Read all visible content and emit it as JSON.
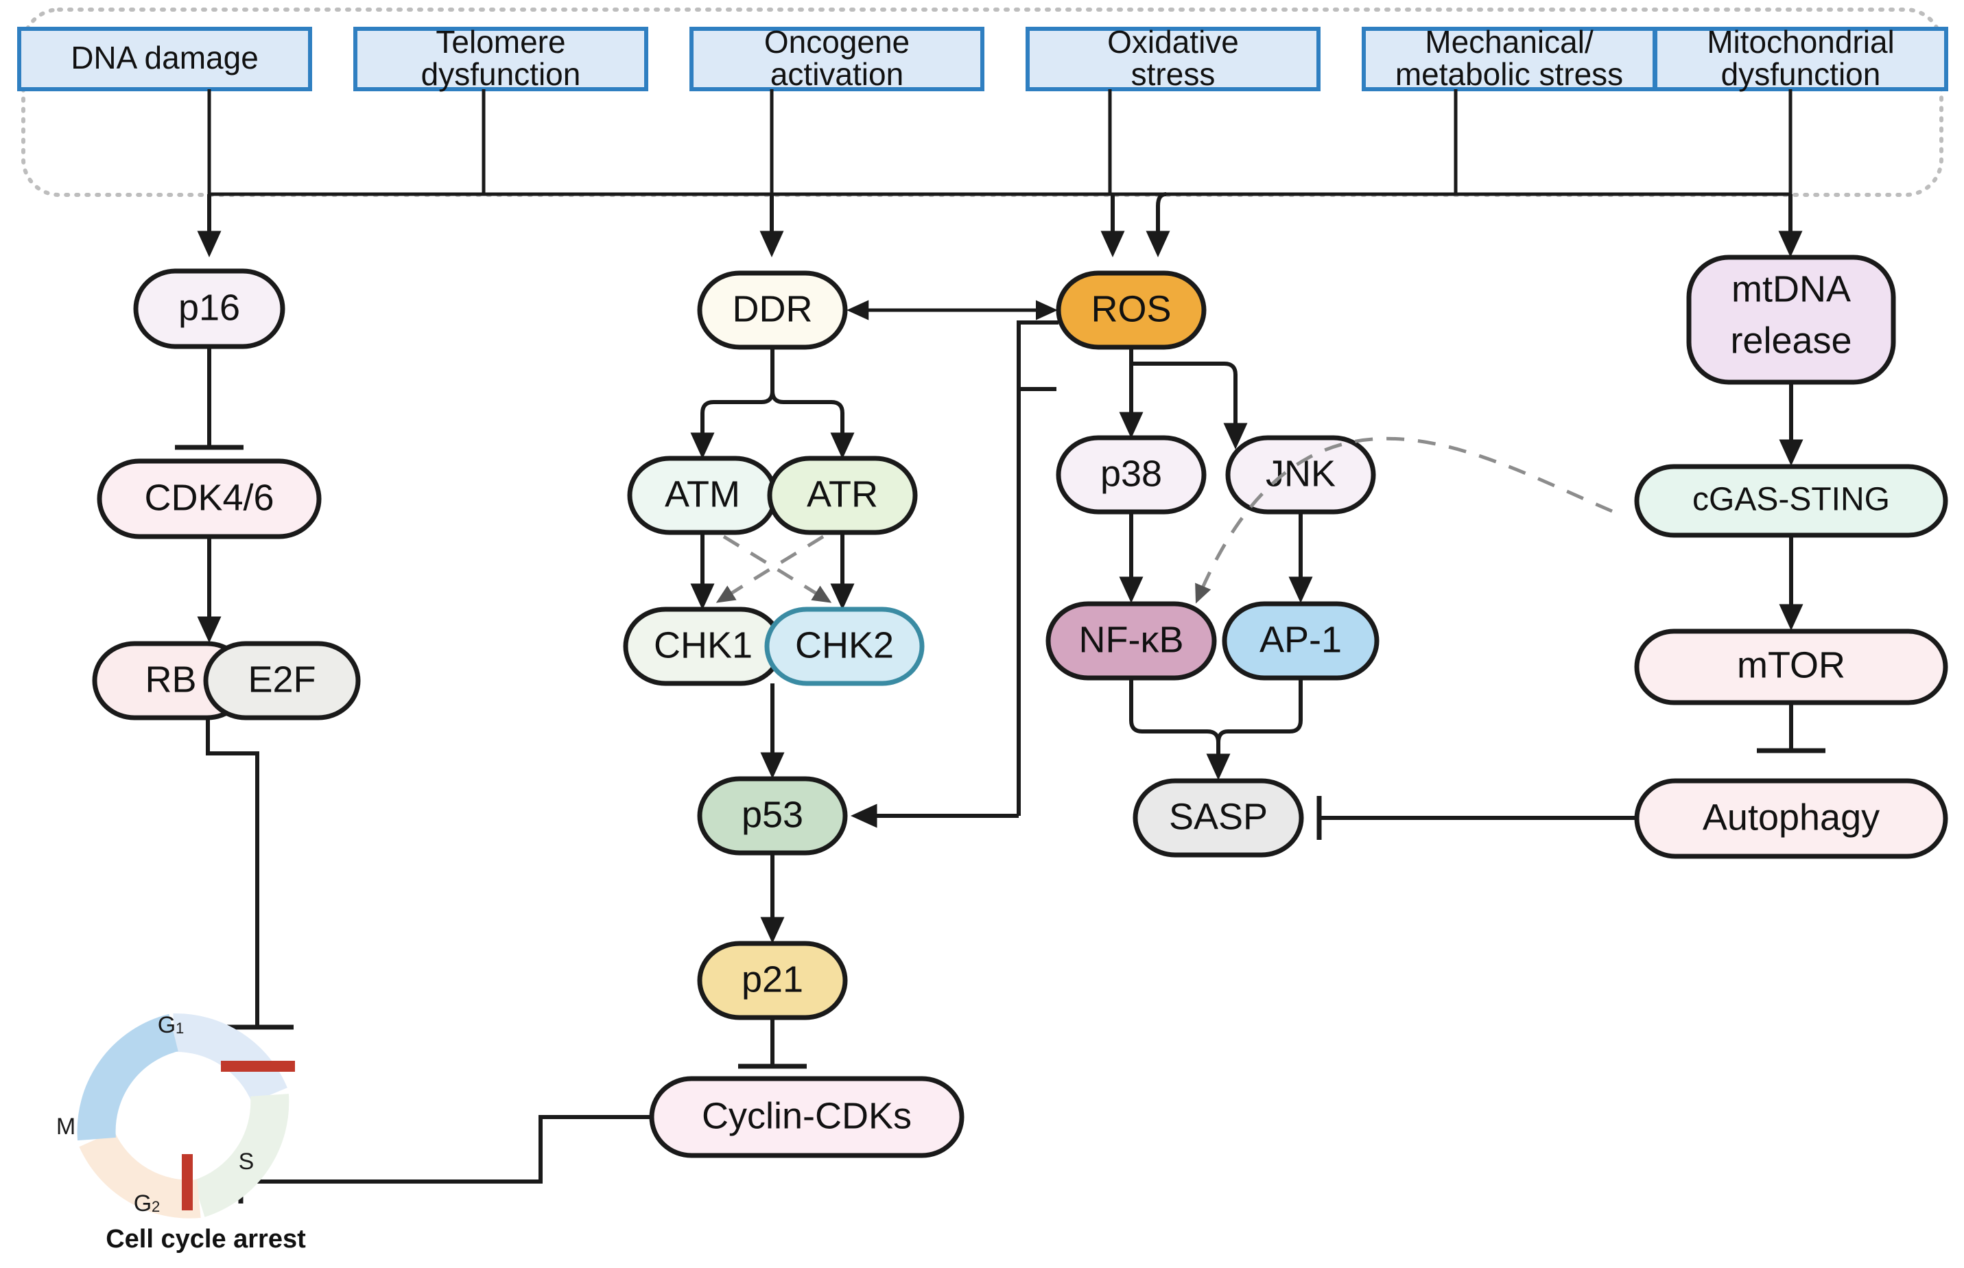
{
  "figure": {
    "title_visible": false,
    "type": "signaling-pathway-diagram",
    "colors": {
      "stimulus_fill": "#dce9f7",
      "stimulus_border": "#2f7fc1",
      "node_border": "#1a1a1a",
      "container_dotted": "#bdbdbd",
      "arrest_bar": "#c0392b",
      "p16": "#f7f0f7",
      "cdk46": "#fceef2",
      "rb": "#fbeced",
      "e2f": "#ededea",
      "ddr": "#fdfaef",
      "atm": "#edf7f2",
      "atr": "#e7f3dc",
      "chk1": "#f0f5ed",
      "chk2": "#d4ebf5",
      "chk2_border": "#3a8ba3",
      "p53": "#c8dfc8",
      "p21": "#f5dfa0",
      "cyclin_cdks": "#fcedf3",
      "ros": "#f0ab3c",
      "p38": "#f7f0f7",
      "jnk": "#f7f0f7",
      "nfkb": "#d4a5c0",
      "ap1": "#b3daf2",
      "sasp": "#e9e9e9",
      "mtdna": "#f0e1f2",
      "cgas_sting": "#e6f5ee",
      "mtor": "#fceef0",
      "autophagy": "#fceef0",
      "g1_arc": "#dfeaf7",
      "s_arc": "#eaf2e8",
      "g2_arc": "#fbeada",
      "m_arc": "#b6d7ef"
    },
    "stimuli": [
      {
        "id": "dna-damage",
        "label": "DNA damage"
      },
      {
        "id": "telomere-dysfunction",
        "label": "Telomere\ndysfunction"
      },
      {
        "id": "oncogene-activation",
        "label": "Oncogene\nactivation"
      },
      {
        "id": "oxidative-stress",
        "label": "Oxidative\nstress"
      },
      {
        "id": "mechanical-metabolic",
        "label": "Mechanical/\nmetabolic stress"
      },
      {
        "id": "mitochondrial-dysfunction",
        "label": "Mitochondrial\ndysfunction"
      }
    ],
    "nodes": [
      {
        "id": "p16",
        "label": "p16"
      },
      {
        "id": "cdk46",
        "label": "CDK4/6"
      },
      {
        "id": "rb",
        "label": "RB"
      },
      {
        "id": "e2f",
        "label": "E2F"
      },
      {
        "id": "ddr",
        "label": "DDR"
      },
      {
        "id": "atm",
        "label": "ATM"
      },
      {
        "id": "atr",
        "label": "ATR"
      },
      {
        "id": "chk1",
        "label": "CHK1"
      },
      {
        "id": "chk2",
        "label": "CHK2"
      },
      {
        "id": "p53",
        "label": "p53"
      },
      {
        "id": "p21",
        "label": "p21"
      },
      {
        "id": "cyclincdks",
        "label": "Cyclin-CDKs"
      },
      {
        "id": "ros",
        "label": "ROS"
      },
      {
        "id": "p38",
        "label": "p38"
      },
      {
        "id": "jnk",
        "label": "JNK"
      },
      {
        "id": "nfkb",
        "label": "NF-κB"
      },
      {
        "id": "ap1",
        "label": "AP-1"
      },
      {
        "id": "sasp",
        "label": "SASP"
      },
      {
        "id": "mtdna",
        "label": "mtDNA\nrelease"
      },
      {
        "id": "cgas",
        "label": "cGAS-STING"
      },
      {
        "id": "mtor",
        "label": "mTOR"
      },
      {
        "id": "autophagy",
        "label": "Autophagy"
      }
    ],
    "cell_cycle": {
      "caption": "Cell cycle arrest",
      "phases": [
        {
          "id": "g1",
          "label": "G",
          "sub": "1"
        },
        {
          "id": "s",
          "label": "S",
          "sub": ""
        },
        {
          "id": "g2",
          "label": "G",
          "sub": "2"
        },
        {
          "id": "m",
          "label": "M",
          "sub": ""
        }
      ],
      "arrest_marks": 2
    },
    "edges": [
      {
        "from": "dna-damage",
        "to": "p16",
        "kind": "activate"
      },
      {
        "from": "telomere-dysfunction",
        "to": "p16",
        "kind": "activate-bus"
      },
      {
        "from": "oncogene-activation",
        "to": "ddr",
        "kind": "activate"
      },
      {
        "from": "oxidative-stress",
        "to": "ros",
        "kind": "activate"
      },
      {
        "from": "mechanical-metabolic",
        "to": "ros",
        "kind": "activate"
      },
      {
        "from": "mitochondrial-dysfunction",
        "to": "mtdna",
        "kind": "activate"
      },
      {
        "from": "p16",
        "to": "cdk46",
        "kind": "inhibit"
      },
      {
        "from": "cdk46",
        "to": "rb",
        "kind": "activate"
      },
      {
        "from": "rb",
        "to": "cellcycle-g1s",
        "kind": "inhibit"
      },
      {
        "from": "ddr",
        "to": "atm",
        "kind": "activate"
      },
      {
        "from": "ddr",
        "to": "atr",
        "kind": "activate"
      },
      {
        "from": "atm",
        "to": "chk1",
        "kind": "activate"
      },
      {
        "from": "atr",
        "to": "chk2",
        "kind": "activate"
      },
      {
        "from": "atm",
        "to": "chk2",
        "kind": "activate-dashed"
      },
      {
        "from": "atr",
        "to": "chk1",
        "kind": "activate-dashed"
      },
      {
        "from": "chk2",
        "to": "p53",
        "kind": "activate"
      },
      {
        "from": "p53",
        "to": "p21",
        "kind": "activate"
      },
      {
        "from": "p21",
        "to": "cyclincdks",
        "kind": "inhibit"
      },
      {
        "from": "cyclincdks",
        "to": "cellcycle-g2m",
        "kind": "inhibit"
      },
      {
        "from": "ros",
        "to": "ddr",
        "kind": "bidirectional"
      },
      {
        "from": "ros",
        "to": "p38",
        "kind": "activate"
      },
      {
        "from": "ros",
        "to": "jnk",
        "kind": "activate"
      },
      {
        "from": "ros",
        "to": "p53",
        "kind": "activate"
      },
      {
        "from": "p38",
        "to": "nfkb",
        "kind": "activate"
      },
      {
        "from": "jnk",
        "to": "ap1",
        "kind": "activate"
      },
      {
        "from": "nfkb",
        "to": "sasp",
        "kind": "activate"
      },
      {
        "from": "ap1",
        "to": "sasp",
        "kind": "activate"
      },
      {
        "from": "cgas",
        "to": "nfkb",
        "kind": "activate-dashed"
      },
      {
        "from": "mtdna",
        "to": "cgas",
        "kind": "activate"
      },
      {
        "from": "cgas",
        "to": "mtor",
        "kind": "activate"
      },
      {
        "from": "mtor",
        "to": "autophagy",
        "kind": "inhibit"
      },
      {
        "from": "autophagy",
        "to": "sasp",
        "kind": "inhibit"
      }
    ]
  }
}
